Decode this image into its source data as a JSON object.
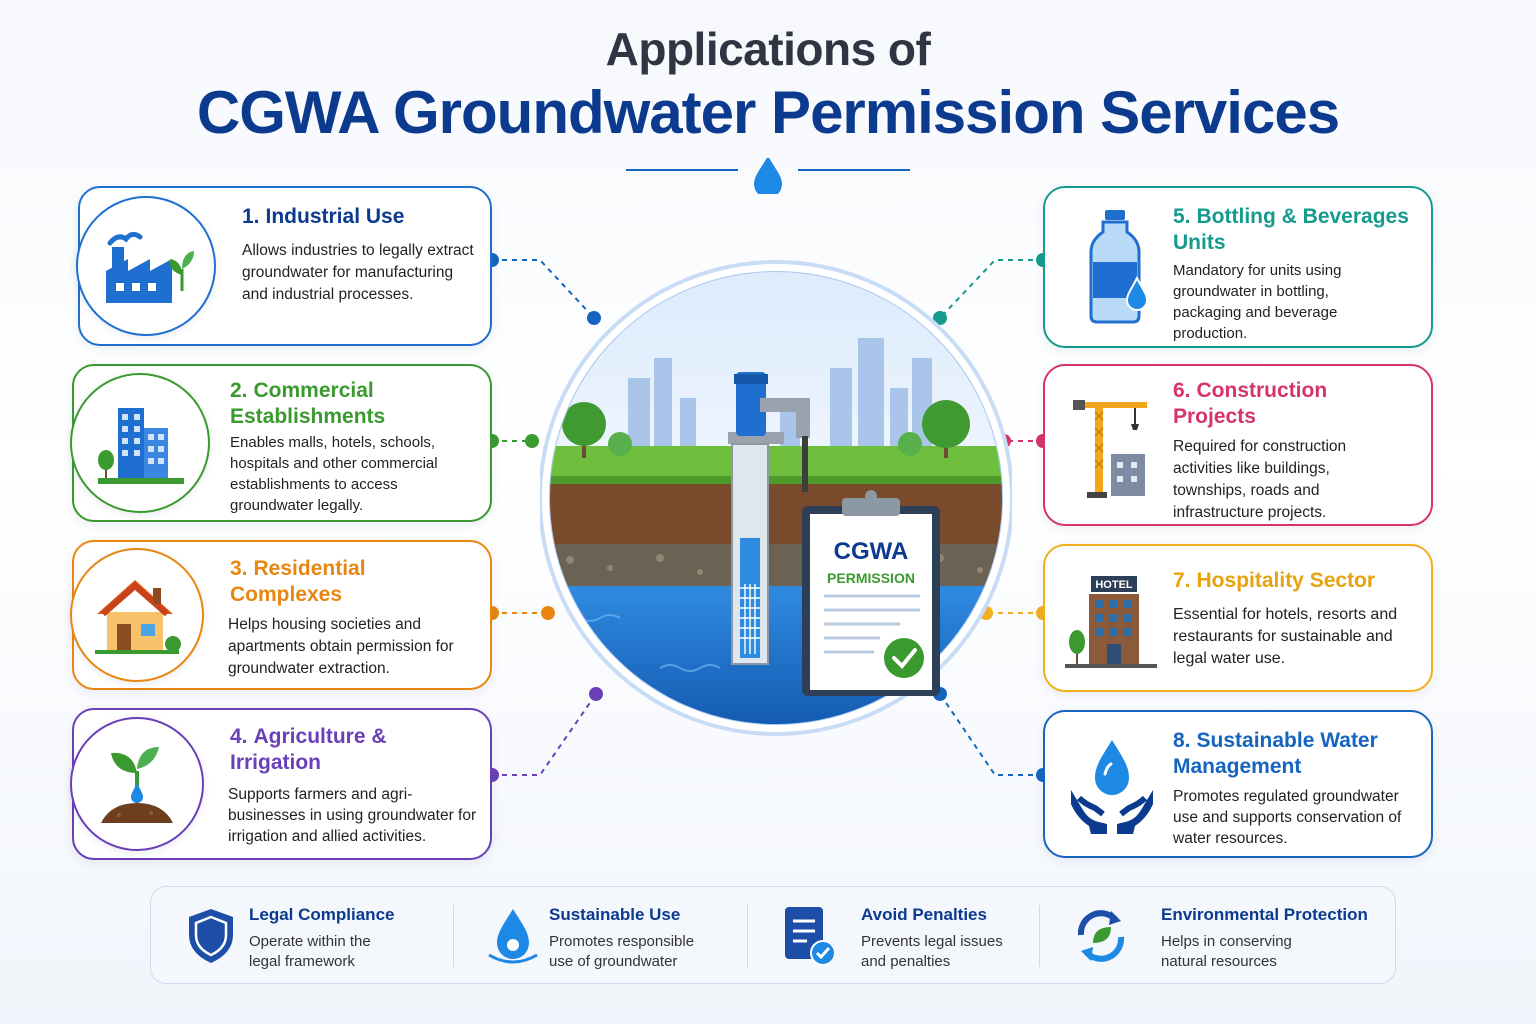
{
  "header": {
    "title_line1": "Applications of",
    "title_line2": "CGWA Groundwater Permission Services"
  },
  "colors": {
    "navy": "#0b3a8f",
    "blue": "#1565c0",
    "green": "#3b9a2f",
    "orange": "#e8860f",
    "purple": "#6b3fb8",
    "teal": "#159a8e",
    "pink": "#d6336c",
    "amber": "#f2ae1c"
  },
  "applications": [
    {
      "num": "1.",
      "title": "Industrial Use",
      "desc": "Allows industries to legally extract groundwater for manufacturing and industrial processes.",
      "icon": "factory-icon"
    },
    {
      "num": "2.",
      "title": "Commercial Establishments",
      "desc": "Enables malls, hotels, schools, hospitals and other commercial establishments to access groundwater legally.",
      "icon": "buildings-icon"
    },
    {
      "num": "3.",
      "title": "Residential Complexes",
      "desc": "Helps housing societies and apartments obtain permission for groundwater extraction.",
      "icon": "house-icon"
    },
    {
      "num": "4.",
      "title": "Agriculture & Irrigation",
      "desc": "Supports farmers and agri-businesses in using groundwater for irrigation and allied activities.",
      "icon": "sprout-icon"
    },
    {
      "num": "5.",
      "title": "Bottling & Beverages Units",
      "desc": "Mandatory for units using groundwater in bottling, packaging and beverage production.",
      "icon": "bottle-icon"
    },
    {
      "num": "6.",
      "title": "Construction Projects",
      "desc": "Required for construction activities like buildings, townships, roads and infrastructure projects.",
      "icon": "crane-icon"
    },
    {
      "num": "7.",
      "title": "Hospitality Sector",
      "desc": "Essential for hotels, resorts and restaurants for sustainable and legal water use.",
      "icon": "hotel-icon",
      "icon_label": "HOTEL"
    },
    {
      "num": "8.",
      "title": "Sustainable Water Management",
      "desc": "Promotes regulated groundwater use and supports conservation of water resources.",
      "icon": "water-hands-icon"
    }
  ],
  "center": {
    "clipboard_title": "CGWA",
    "clipboard_subtitle": "PERMISSION"
  },
  "benefits": [
    {
      "title": "Legal Compliance",
      "desc": "Operate within the legal framework",
      "icon": "shield-icon"
    },
    {
      "title": "Sustainable Use",
      "desc": "Promotes responsible use of groundwater",
      "icon": "water-drop-icon"
    },
    {
      "title": "Avoid Penalties",
      "desc": "Prevents legal issues and penalties",
      "icon": "document-check-icon"
    },
    {
      "title": "Environmental Protection",
      "desc": "Helps in conserving natural resources",
      "icon": "recycle-leaf-icon"
    }
  ]
}
